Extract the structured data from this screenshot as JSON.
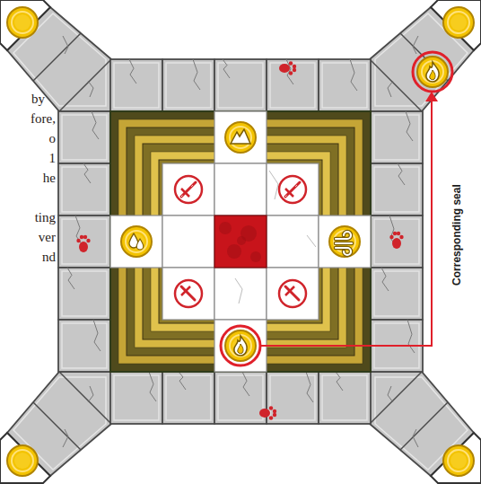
{
  "diagram": {
    "labels": [
      "by",
      "fore,",
      "o",
      "1",
      "he",
      "ting",
      "ver",
      "nd",
      "Corresponding seal"
    ]
  }
}
